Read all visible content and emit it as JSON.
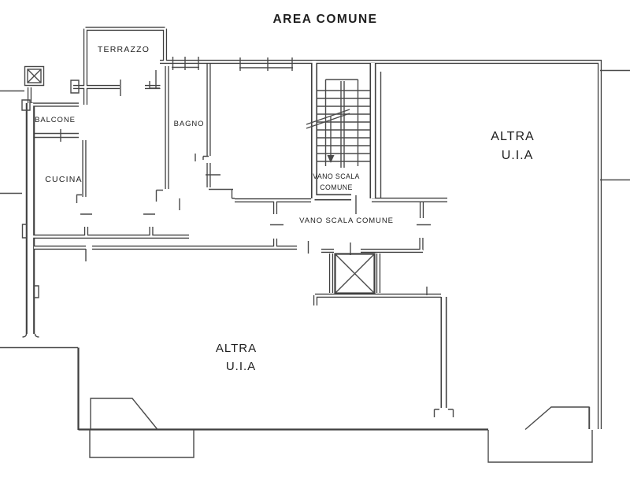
{
  "title": "AREA COMUNE",
  "labels": {
    "terrazzo": "TERRAZZO",
    "balcone": "BALCONE",
    "bagno": "BAGNO",
    "cucina": "CUCINA",
    "stairwell_line1": "VANO SCALA",
    "stairwell_line2": "COMUNE",
    "corridor": "VANO SCALA COMUNE",
    "unit_right_line1": "ALTRA",
    "unit_right_line2": "U.I.A",
    "unit_bottom_line1": "ALTRA",
    "unit_bottom_line2": "U.I.A"
  },
  "colors": {
    "line": "#3f3f3f",
    "thin_line": "#4a4a4a",
    "background": "#ffffff",
    "text": "#1e1e1e"
  }
}
